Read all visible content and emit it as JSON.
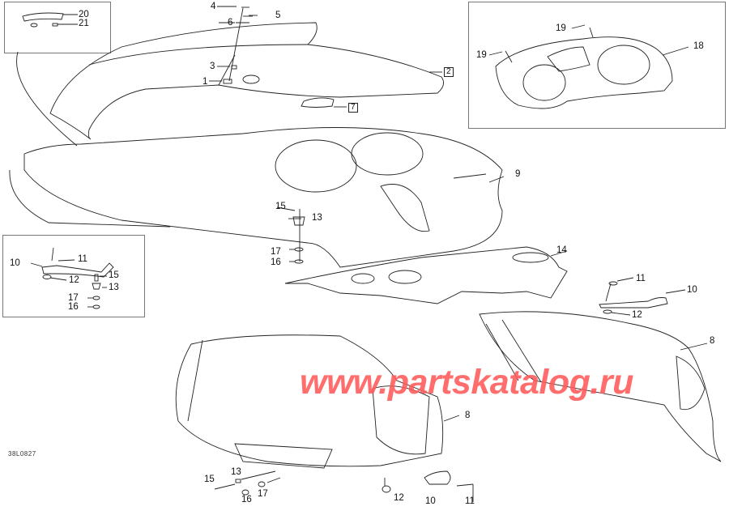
{
  "diagram": {
    "code": "38L0827",
    "watermark": "www.partskatalog.ru",
    "colors": {
      "line": "#222222",
      "inset_border": "#777777",
      "watermark": "#ff5a5a"
    },
    "callouts": [
      {
        "id": "c20",
        "text": "20"
      },
      {
        "id": "c21",
        "text": "21"
      },
      {
        "id": "c4",
        "text": "4"
      },
      {
        "id": "c5",
        "text": "5"
      },
      {
        "id": "c6",
        "text": "6"
      },
      {
        "id": "c3",
        "text": "3"
      },
      {
        "id": "c1",
        "text": "1"
      },
      {
        "id": "c2",
        "text": "2"
      },
      {
        "id": "c7",
        "text": "7"
      },
      {
        "id": "c19a",
        "text": "19"
      },
      {
        "id": "c19b",
        "text": "19"
      },
      {
        "id": "c18",
        "text": "18"
      },
      {
        "id": "c9",
        "text": "9"
      },
      {
        "id": "c15a",
        "text": "15"
      },
      {
        "id": "c13a",
        "text": "13"
      },
      {
        "id": "c17a",
        "text": "17"
      },
      {
        "id": "c16a",
        "text": "16"
      },
      {
        "id": "c11a",
        "text": "11"
      },
      {
        "id": "c10a",
        "text": "10"
      },
      {
        "id": "c15b",
        "text": "15"
      },
      {
        "id": "c12a",
        "text": "12"
      },
      {
        "id": "c13b",
        "text": "13"
      },
      {
        "id": "c17b",
        "text": "17"
      },
      {
        "id": "c16b",
        "text": "16"
      },
      {
        "id": "c14",
        "text": "14"
      },
      {
        "id": "c11b",
        "text": "11"
      },
      {
        "id": "c10b",
        "text": "10"
      },
      {
        "id": "c12b",
        "text": "12"
      },
      {
        "id": "c8a",
        "text": "8"
      },
      {
        "id": "c8b",
        "text": "8"
      },
      {
        "id": "c13c",
        "text": "13"
      },
      {
        "id": "c15c",
        "text": "15"
      },
      {
        "id": "c16c",
        "text": "16"
      },
      {
        "id": "c17c",
        "text": "17"
      },
      {
        "id": "c12c",
        "text": "12"
      },
      {
        "id": "c10c",
        "text": "10"
      },
      {
        "id": "c11c",
        "text": "11"
      }
    ]
  }
}
